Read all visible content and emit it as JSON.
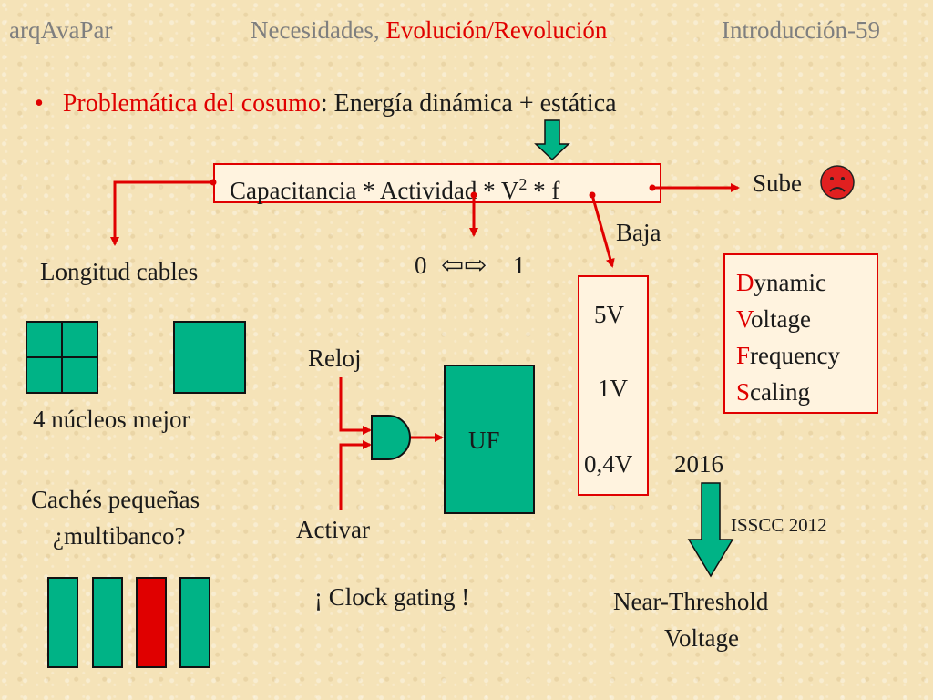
{
  "header": {
    "left": "arqAvaPar",
    "center_prefix": "Necesidades, ",
    "center_highlight": "Evolución/Revolución",
    "right": "Introducción-59"
  },
  "bullet": {
    "symbol": "•",
    "prefix": "Problemática del cosumo",
    "rest": ": Energía dinámica + estática"
  },
  "formula": {
    "text_before": "Capacitancia * Actividad * V",
    "exponent": "2",
    "text_after": " * f"
  },
  "sube": {
    "label": "Sube",
    "icon": "sad-face-icon"
  },
  "baja": "Baja",
  "toggle": {
    "zero": "0",
    "arrows": "⇦⇨",
    "one": "1"
  },
  "longitud": "Longitud cables",
  "nucleos": "4 núcleos mejor",
  "caches": {
    "line1": "Cachés pequeñas",
    "line2": "¿multibanco?"
  },
  "clock": {
    "reloj": "Reloj",
    "activar": "Activar",
    "uf": "UF",
    "gating": "¡ Clock gating !"
  },
  "voltages": [
    "5V",
    "1V",
    "0,4V"
  ],
  "dvfs": [
    {
      "initial": "D",
      "rest": "ynamic"
    },
    {
      "initial": "V",
      "rest": "oltage"
    },
    {
      "initial": "F",
      "rest": "requency"
    },
    {
      "initial": "S",
      "rest": "caling"
    }
  ],
  "year": "2016",
  "isscc": "ISSCC 2012",
  "ntv": {
    "line1": "Near-Threshold",
    "line2": "Voltage"
  },
  "colors": {
    "accent_red": "#e00000",
    "green": "#00b386",
    "title_gray": "#7f7f7f"
  }
}
